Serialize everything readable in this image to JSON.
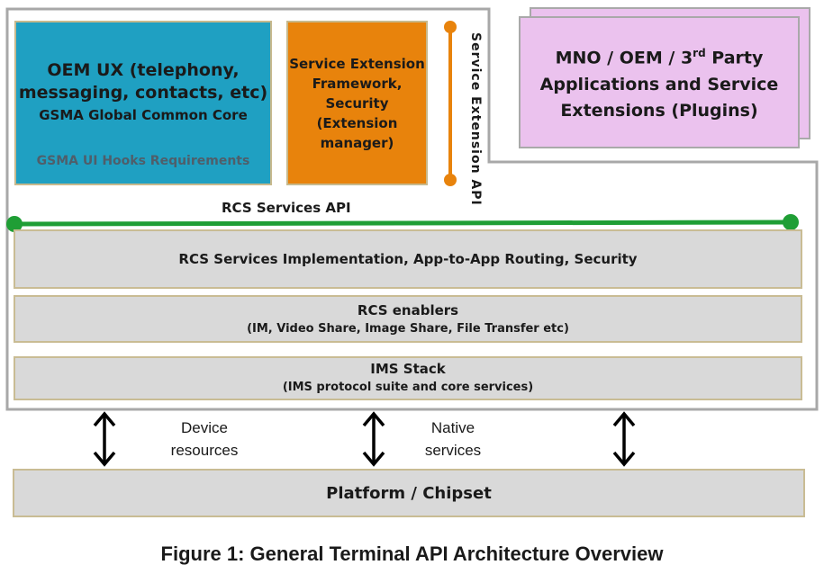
{
  "oem_ux": {
    "line1": "OEM UX (telephony,",
    "line2": "messaging, contacts, etc)",
    "line3": "GSMA Global Common Core",
    "hooks": "GSMA UI Hooks Requirements"
  },
  "service_extension": {
    "lines": [
      "Service Extension",
      "Framework,",
      "Security",
      "(Extension",
      "manager)"
    ]
  },
  "service_extension_api": "Service Extension API",
  "plugins": {
    "line1_prefix": "MNO / OEM / 3",
    "line1_sup": "rd",
    "line1_suffix": " Party",
    "line2": "Applications  and Service",
    "line3": "Extensions (Plugins)"
  },
  "rcs_services_api": "RCS Services API",
  "rcs_impl": "RCS Services Implementation,  App-to-App Routing, Security",
  "rcs_enablers": {
    "title": "RCS enablers",
    "subtitle": "(IM, Video Share, Image Share, File Transfer etc)"
  },
  "ims_stack": {
    "title": "IMS Stack",
    "subtitle": "(IMS protocol suite and core services)"
  },
  "device_resources": [
    "Device",
    "resources"
  ],
  "native_services": [
    "Native",
    "services"
  ],
  "platform": "Platform / Chipset",
  "caption": "Figure 1:  General Terminal API Architecture Overview",
  "colors": {
    "oem_ux": "#1fa0c2",
    "service_extension": "#e8830c",
    "plugins": "#ebc2ee",
    "rcs_api_line": "#1f9e35",
    "layer_grey": "#d9d9d9",
    "layer_border": "#c9bc94"
  }
}
